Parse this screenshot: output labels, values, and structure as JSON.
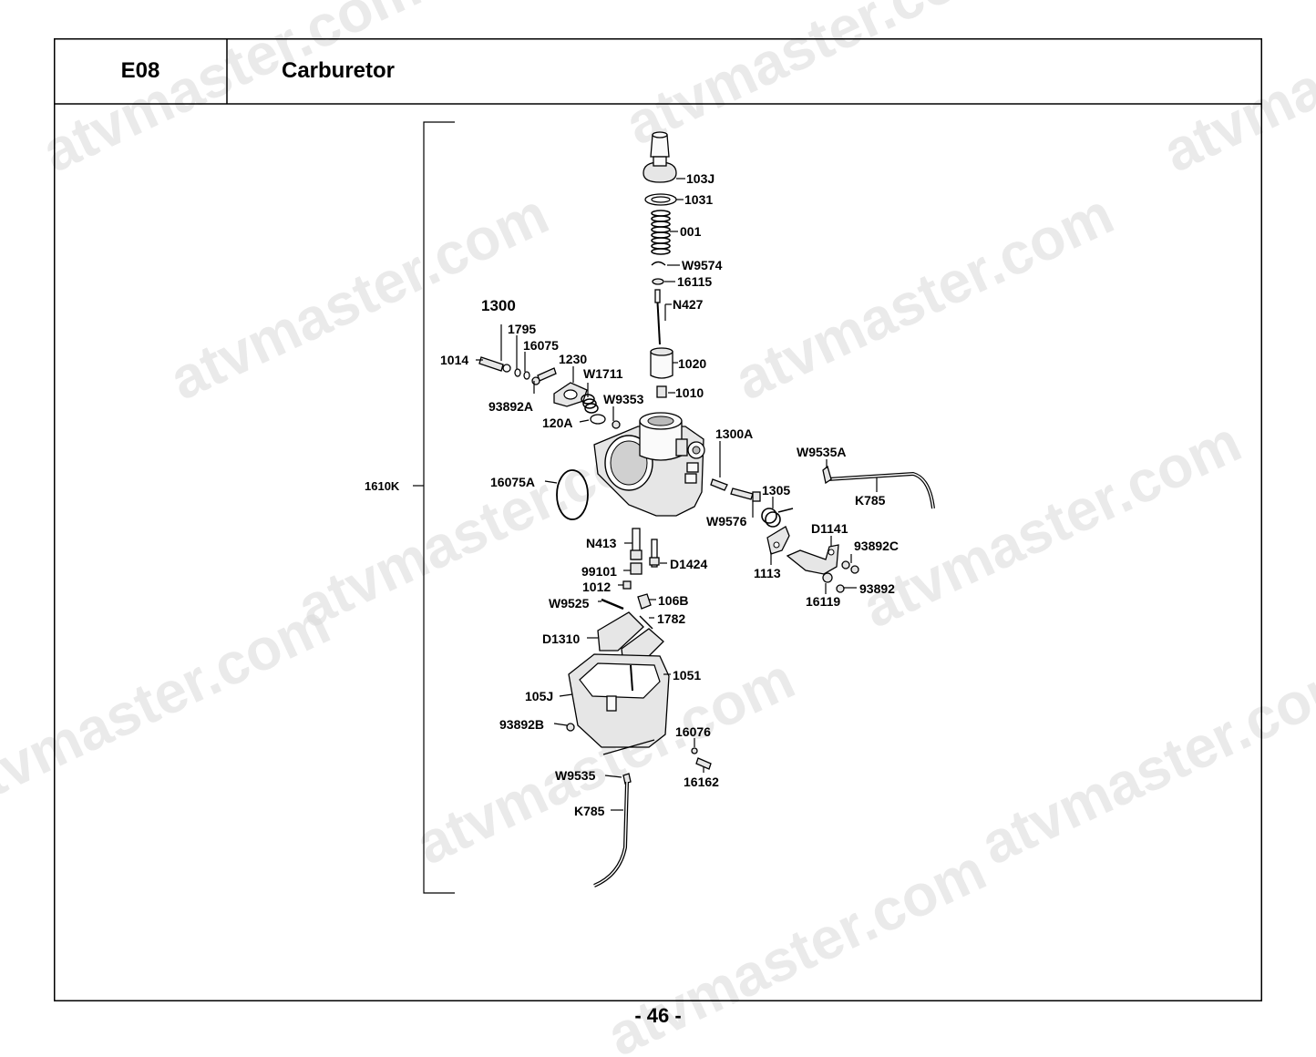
{
  "header": {
    "code": "E08",
    "title": "Carburetor"
  },
  "page_number": "- 46 -",
  "assembly_label": "1610K",
  "watermark_text": "atvmaster.com",
  "callouts": [
    {
      "id": "103J",
      "text": "103J"
    },
    {
      "id": "1031",
      "text": "1031"
    },
    {
      "id": "001",
      "text": "001"
    },
    {
      "id": "W9574",
      "text": "W9574"
    },
    {
      "id": "16115",
      "text": "16115"
    },
    {
      "id": "N427",
      "text": "N427"
    },
    {
      "id": "1300",
      "text": "1300"
    },
    {
      "id": "1795",
      "text": "1795"
    },
    {
      "id": "16075",
      "text": "16075"
    },
    {
      "id": "1014",
      "text": "1014"
    },
    {
      "id": "1230",
      "text": "1230"
    },
    {
      "id": "W1711",
      "text": "W1711"
    },
    {
      "id": "1020",
      "text": "1020"
    },
    {
      "id": "93892A",
      "text": "93892A"
    },
    {
      "id": "W9353",
      "text": "W9353"
    },
    {
      "id": "1010",
      "text": "1010"
    },
    {
      "id": "120A",
      "text": "120A"
    },
    {
      "id": "1300A",
      "text": "1300A"
    },
    {
      "id": "W9535A",
      "text": "W9535A"
    },
    {
      "id": "16075A",
      "text": "16075A"
    },
    {
      "id": "K785_top",
      "text": "K785"
    },
    {
      "id": "1305",
      "text": "1305"
    },
    {
      "id": "W9576",
      "text": "W9576"
    },
    {
      "id": "D1141",
      "text": "D1141"
    },
    {
      "id": "N413",
      "text": "N413"
    },
    {
      "id": "93892C",
      "text": "93892C"
    },
    {
      "id": "D1424",
      "text": "D1424"
    },
    {
      "id": "99101",
      "text": "99101"
    },
    {
      "id": "1113",
      "text": "1113"
    },
    {
      "id": "1012",
      "text": "1012"
    },
    {
      "id": "93892",
      "text": "93892"
    },
    {
      "id": "16119",
      "text": "16119"
    },
    {
      "id": "W9525",
      "text": "W9525"
    },
    {
      "id": "106B",
      "text": "106B"
    },
    {
      "id": "1782",
      "text": "1782"
    },
    {
      "id": "D1310",
      "text": "D1310"
    },
    {
      "id": "1051",
      "text": "1051"
    },
    {
      "id": "105J",
      "text": "105J"
    },
    {
      "id": "93892B",
      "text": "93892B"
    },
    {
      "id": "16076",
      "text": "16076"
    },
    {
      "id": "W9535",
      "text": "W9535"
    },
    {
      "id": "16162",
      "text": "16162"
    },
    {
      "id": "K785_bottom",
      "text": "K785"
    }
  ]
}
